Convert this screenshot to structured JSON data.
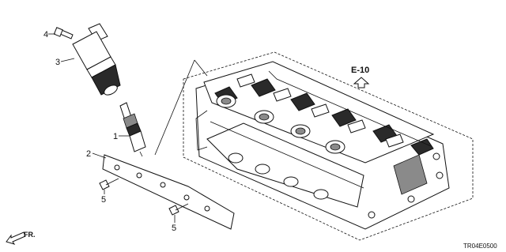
{
  "callouts": {
    "c4": "4",
    "c3": "3",
    "c1": "1",
    "c2": "2",
    "c5a": "5",
    "c5b": "5"
  },
  "reference": "E-10",
  "direction": "FR.",
  "diagram_code": "TR04E0500",
  "colors": {
    "line": "#111111",
    "fill_dark": "#2a2a2a",
    "fill_mid": "#8a8a8a",
    "background": "#ffffff"
  }
}
